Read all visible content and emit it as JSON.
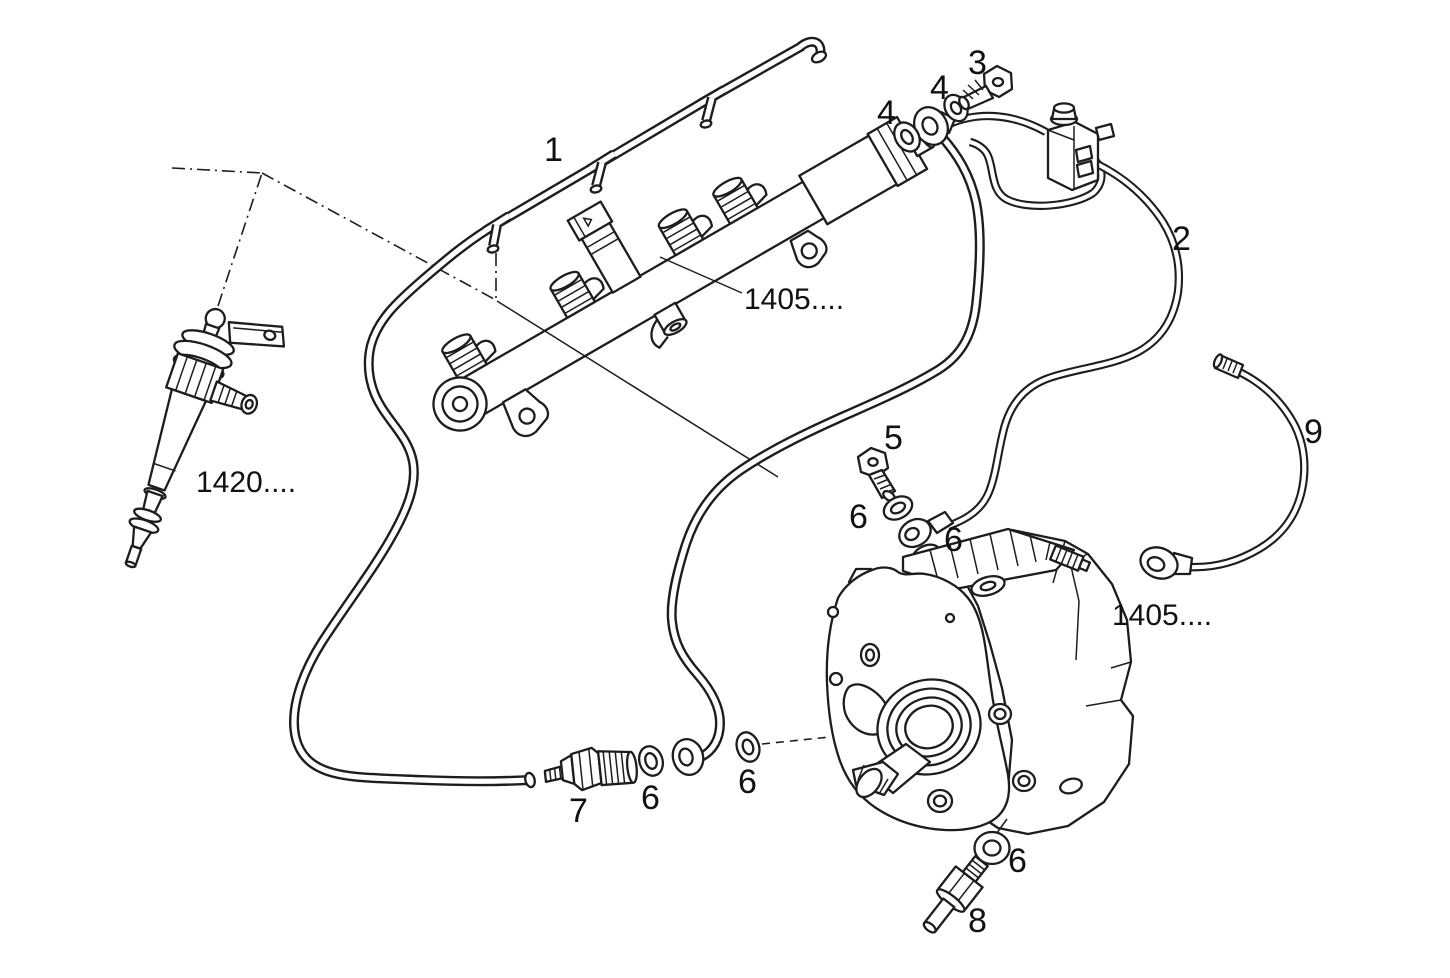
{
  "diagram": {
    "background_color": "#ffffff",
    "line_color": "#1d1d1d",
    "callouts": [
      {
        "label": "1"
      },
      {
        "label": "2"
      },
      {
        "label": "3"
      },
      {
        "label": "4"
      },
      {
        "label": "4"
      },
      {
        "label": "5"
      },
      {
        "label": "6"
      },
      {
        "label": "6"
      },
      {
        "label": "6"
      },
      {
        "label": "6"
      },
      {
        "label": "6"
      },
      {
        "label": "7"
      },
      {
        "label": "8"
      },
      {
        "label": "9"
      }
    ],
    "part_references": [
      {
        "label": "1405...."
      },
      {
        "label": "1420...."
      },
      {
        "label": "1405...."
      }
    ]
  }
}
